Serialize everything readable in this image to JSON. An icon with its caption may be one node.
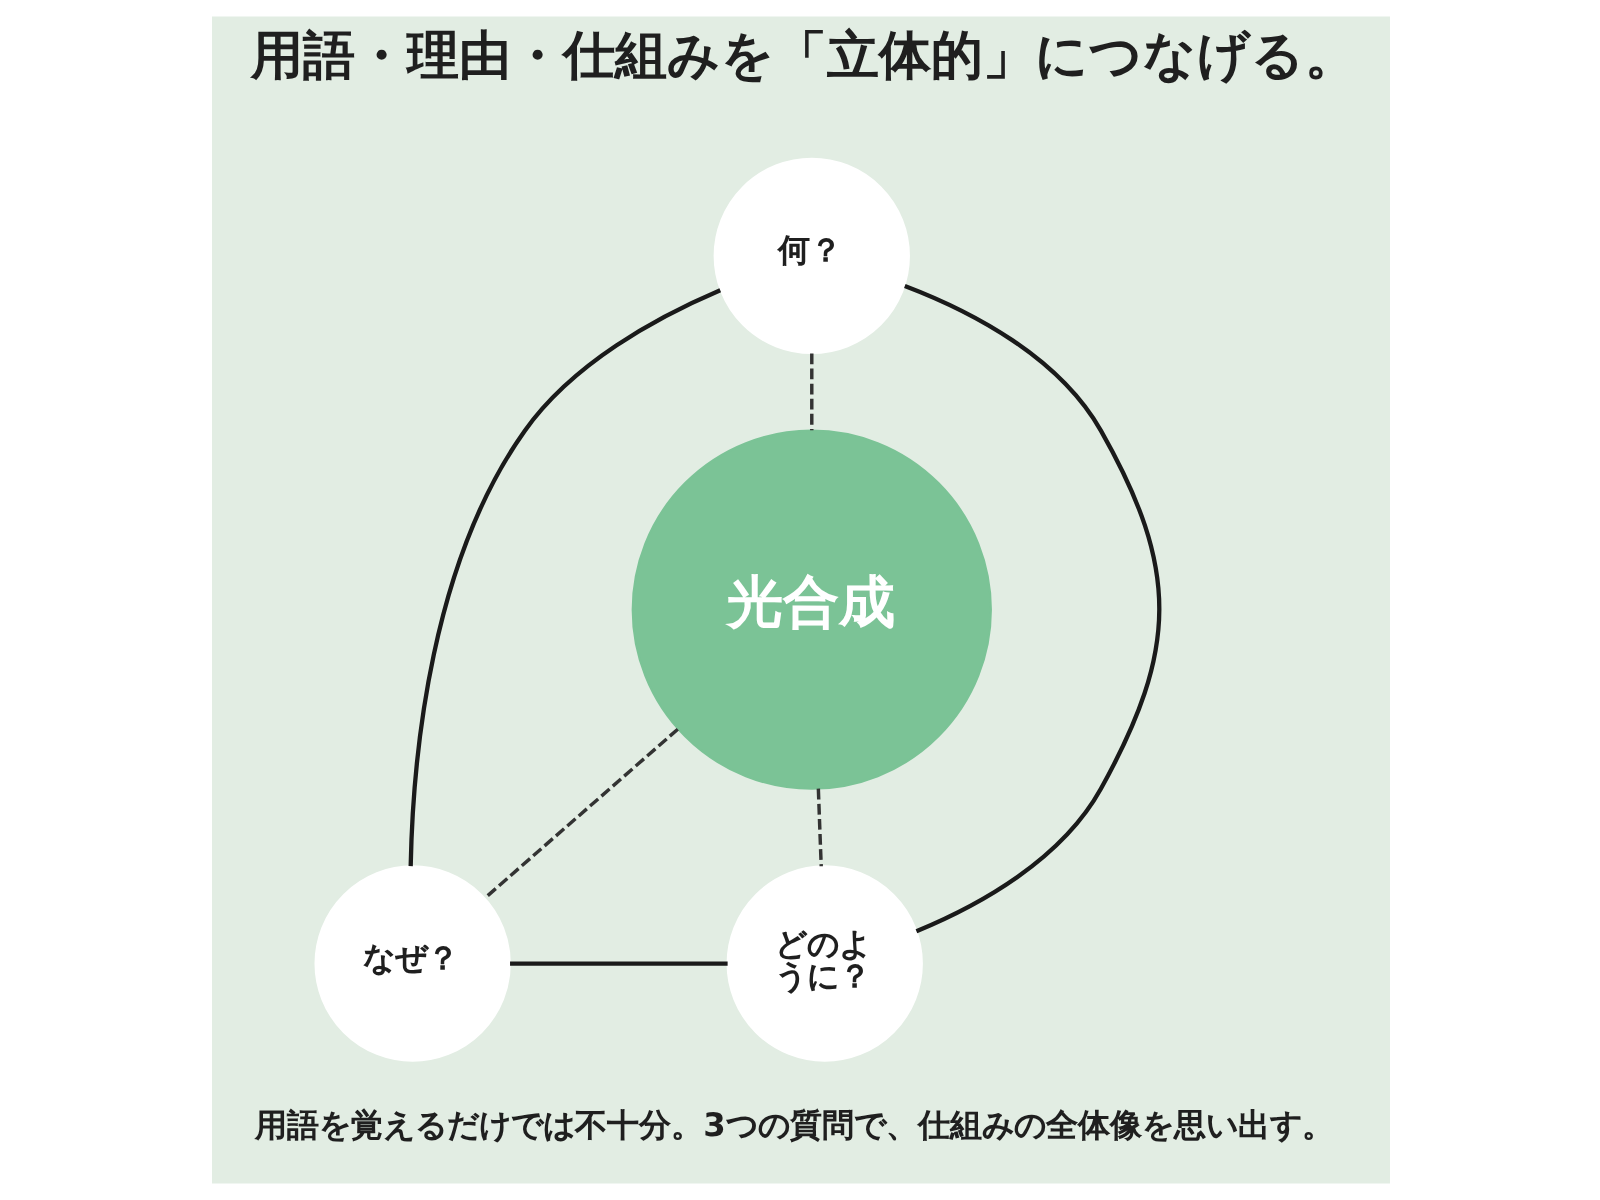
{
  "diagram": {
    "title": "用語・理由・仕組みを「立体的」につなげる。",
    "caption": "用語を覚えるだけでは不十分。3つの質問で、仕組みの全体像を思い出す。",
    "nodes": [
      {
        "text": [
          "何？"
        ]
      },
      {
        "text": [
          "光合成"
        ]
      },
      {
        "text": [
          "なぜ？"
        ]
      },
      {
        "text": [
          "どのように？"
        ]
      }
    ],
    "edges": [
      {
        "from": 0,
        "to": 1,
        "arrow": "none",
        "style": "dashed"
      },
      {
        "from": 1,
        "to": 2,
        "arrow": "none",
        "style": "dashed"
      },
      {
        "from": 1,
        "to": 3,
        "arrow": "none",
        "style": "dashed"
      },
      {
        "from": 0,
        "to": 2,
        "arrow": "none"
      },
      {
        "from": 2,
        "to": 3,
        "arrow": "none"
      },
      {
        "from": 3,
        "to": 0,
        "arrow": "none"
      }
    ]
  }
}
